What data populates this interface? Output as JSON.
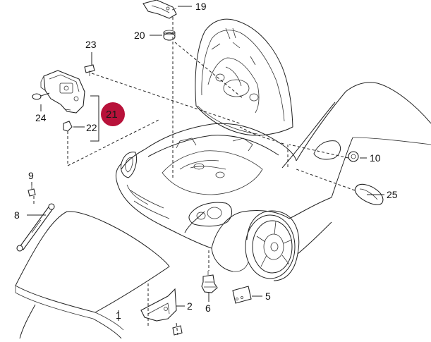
{
  "callouts": {
    "c1": "1",
    "c2": "2",
    "c5": "5",
    "c6": "6",
    "c8": "8",
    "c9": "9",
    "c10": "10",
    "c19": "19",
    "c20": "20",
    "c21": "21",
    "c22": "22",
    "c23": "23",
    "c24": "24",
    "c25": "25"
  },
  "colors": {
    "highlight": "#b8123a",
    "line": "#222222"
  }
}
